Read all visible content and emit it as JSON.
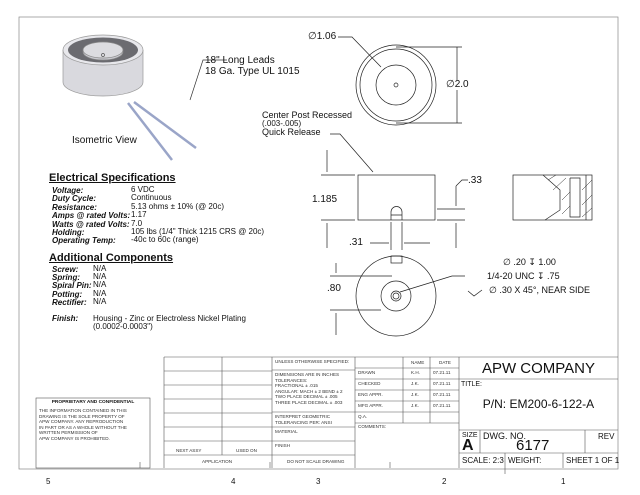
{
  "isometric": {
    "caption": "Isometric View",
    "lead_note_1": "18\" Long Leads",
    "lead_note_2": "18 Ga. Type UL 1015"
  },
  "dimensions": {
    "post_dia": "∅1.06",
    "outer_dia": "∅2.0",
    "recess_note_1": "Center Post Recessed",
    "recess_note_2": "(.003-.005)",
    "recess_note_3": "Quick Release",
    "height": "1.185",
    "hole_depth": ".33",
    "slot_width": ".31",
    "slot_offset": ".80",
    "hole_note_1": "∅ .20 ↧ 1.00",
    "hole_note_2": "1/4-20 UNC ↧ .75",
    "hole_note_3": "∅ .30 X 45°, NEAR SIDE"
  },
  "electrical": {
    "heading": "Electrical Specifications",
    "rows": [
      {
        "label": "Voltage:",
        "value": "6 VDC"
      },
      {
        "label": "Duty Cycle:",
        "value": "Continuous"
      },
      {
        "label": "Resistance:",
        "value": "5.13 ohms ± 10% (@ 20c)"
      },
      {
        "label": "Amps @ rated Volts:",
        "value": "1.17"
      },
      {
        "label": "Watts @ rated Volts:",
        "value": "7.0"
      },
      {
        "label": "Holding:",
        "value": "105 lbs (1/4\" Thick 1215 CRS @ 20c)"
      },
      {
        "label": "Operating Temp:",
        "value": "-40c to 60c (range)"
      }
    ]
  },
  "components": {
    "heading": "Additional Components",
    "rows": [
      {
        "label": "Screw:",
        "value": "N/A"
      },
      {
        "label": "Spring:",
        "value": "N/A"
      },
      {
        "label": "Spiral Pin:",
        "value": "N/A"
      },
      {
        "label": "Potting:",
        "value": "N/A"
      },
      {
        "label": "Rectifier:",
        "value": "N/A"
      }
    ],
    "finish_label": "Finish:",
    "finish_value_1": "Housing - Zinc or Electroless Nickel Plating",
    "finish_value_2": "(0.0002-0.0003\")"
  },
  "title_block": {
    "proprietary_title": "PROPRIETARY AND CONFIDENTIAL",
    "proprietary_lines": [
      "THE INFORMATION CONTAINED IN THIS",
      "DRAWING IS THE SOLE PROPERTY OF",
      "APW COMPANY.  ANY  REPRODUCTION",
      "IN PART OR AS A WHOLE WITHOUT THE",
      "WRITTEN PERMISSION OF",
      "APW COMPANY IS PROHIBITED."
    ],
    "next_assy": "NEXT ASSY",
    "used_on": "USED ON",
    "application": "APPLICATION",
    "unless": "UNLESS OTHERWISE SPECIFIED:",
    "tolerances": [
      "DIMENSIONS ARE IN INCHES",
      "TOLERANCES:",
      "FRACTIONAL ± .015",
      "ANGULAR: MACH ± 2   BEND ± 2",
      "TWO PLACE DECIMAL   ± .005",
      "THREE PLACE DECIMAL  ± .003"
    ],
    "interpret_1": "INTERPRET GEOMETRIC",
    "interpret_2": "TOLERANCING PER: ANSI",
    "material": "MATERIAL",
    "finish": "FINISH",
    "do_not_scale": "DO NOT SCALE DRAWING",
    "name_header": "NAME",
    "date_header": "DATE",
    "approvals": [
      {
        "role": "DRAWN",
        "name": "K.H.",
        "date": "07.21.11"
      },
      {
        "role": "CHECKED",
        "name": "J.K.",
        "date": "07.21.11"
      },
      {
        "role": "ENG APPR.",
        "name": "J.K.",
        "date": "07.21.11"
      },
      {
        "role": "MFG APPR.",
        "name": "J.K.",
        "date": "07.21.11"
      },
      {
        "role": "Q.A.",
        "name": "",
        "date": ""
      }
    ],
    "comments": "COMMENTS:",
    "company": "APW COMPANY",
    "title_label": "TITLE:",
    "part_number": "P/N: EM200-6-122-A",
    "size_label": "SIZE",
    "size": "A",
    "dwg_no_label": "DWG.  NO.",
    "dwg_no": "6177",
    "rev_label": "REV",
    "scale": "SCALE: 2:3",
    "weight": "WEIGHT:",
    "sheet": "SHEET 1 OF 1"
  },
  "zones": [
    "5",
    "4",
    "3",
    "2",
    "1"
  ]
}
